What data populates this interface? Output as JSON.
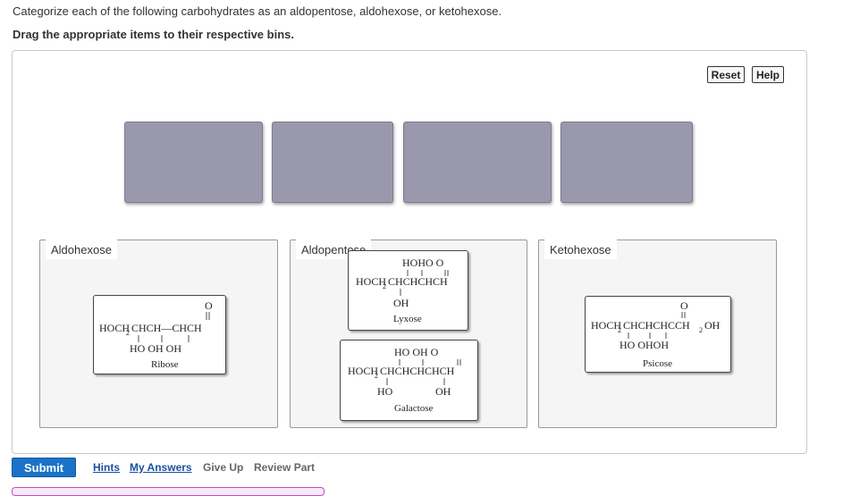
{
  "instructions": {
    "line1": "Categorize each of the following carbohydrates as an aldopentose, aldohexose, or ketohexose.",
    "line2": "Drag the appropriate items to their respective bins."
  },
  "buttons": {
    "reset": "Reset",
    "help": "Help"
  },
  "bins": [
    {
      "label": "Aldohexose"
    },
    {
      "label": "Aldopentose"
    },
    {
      "label": "Ketohexose"
    }
  ],
  "cards": {
    "ribose": {
      "name": "Ribose",
      "chain": "HOCH",
      "chain_rest": "CHCH—CHCH",
      "sub": "2",
      "top": "O",
      "bottom": "HO  OH  OH"
    },
    "lyxose": {
      "name": "Lyxose",
      "top": "HOHO  O",
      "chain": "HOCH",
      "chain_rest": "CHCHCHCH",
      "sub": "2",
      "bottom": "OH"
    },
    "galactose": {
      "name": "Galactose",
      "top": "HO  OH    O",
      "chain": "HOCH",
      "chain_rest": "CHCHCHCHCH",
      "sub": "2",
      "bottom_left": "HO",
      "bottom_right": "OH"
    },
    "psicose": {
      "name": "Psicose",
      "top": "O",
      "chain": "HOCH",
      "chain_mid": "CHCHCHCCH",
      "chain_end": "OH",
      "sub": "2",
      "bottom": "HO  OHOH"
    }
  },
  "footer": {
    "submit": "Submit",
    "hints": "Hints",
    "my_answers": "My Answers",
    "give_up": "Give Up",
    "review_part": "Review Part"
  }
}
